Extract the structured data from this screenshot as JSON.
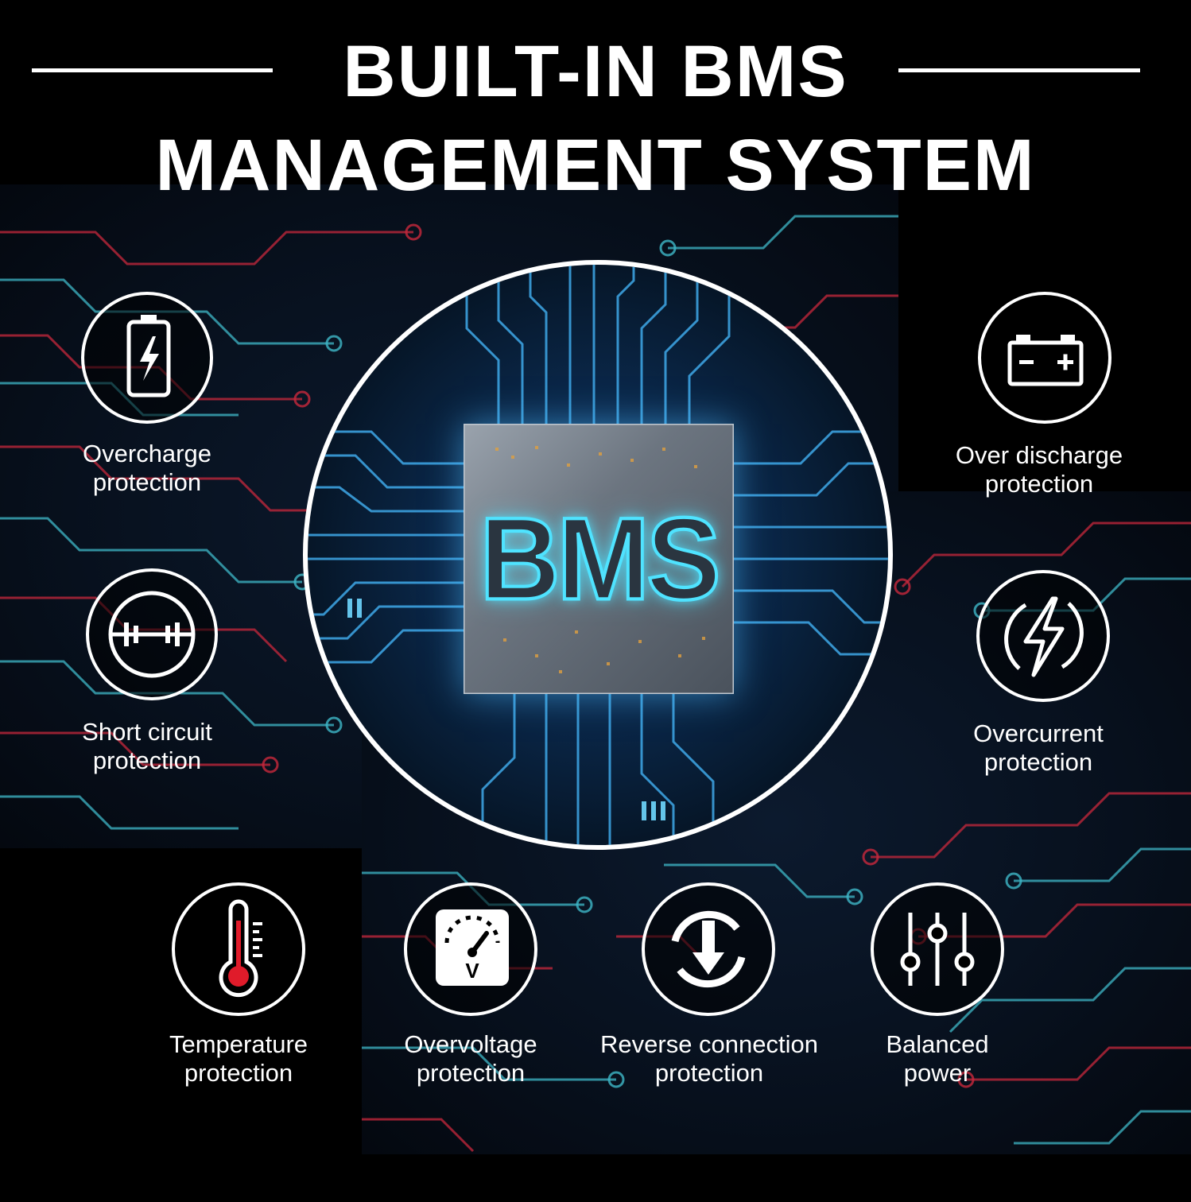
{
  "header": {
    "line1": "BUILT-IN BMS",
    "line2": "MANAGEMENT SYSTEM"
  },
  "center": {
    "chip_label": "BMS"
  },
  "features": {
    "overcharge": {
      "line1": "Overcharge",
      "line2": "protection",
      "icon": "battery-charging-icon"
    },
    "over_discharge": {
      "line1": "Over discharge",
      "line2": "protection",
      "icon": "car-battery-icon"
    },
    "short_circuit": {
      "line1": "Short circuit",
      "line2": "protection",
      "icon": "short-circuit-icon"
    },
    "overcurrent": {
      "line1": "Overcurrent",
      "line2": "protection",
      "icon": "lightning-bolt-icon"
    },
    "temperature": {
      "line1": "Temperature",
      "line2": "protection",
      "icon": "thermometer-icon"
    },
    "overvoltage": {
      "line1": "Overvoltage",
      "line2": "protection",
      "icon": "voltmeter-icon"
    },
    "reverse": {
      "line1": "Reverse connection",
      "line2": "protection",
      "icon": "reverse-arrows-icon"
    },
    "balanced": {
      "line1": "Balanced",
      "line2": "power",
      "icon": "sliders-icon"
    }
  },
  "colors": {
    "background": "#000000",
    "circuit_red": "#c8283c",
    "circuit_cyan": "#3fb8c8",
    "glow_cyan": "#4fe3ff",
    "thermometer_red": "#e01b2a"
  }
}
